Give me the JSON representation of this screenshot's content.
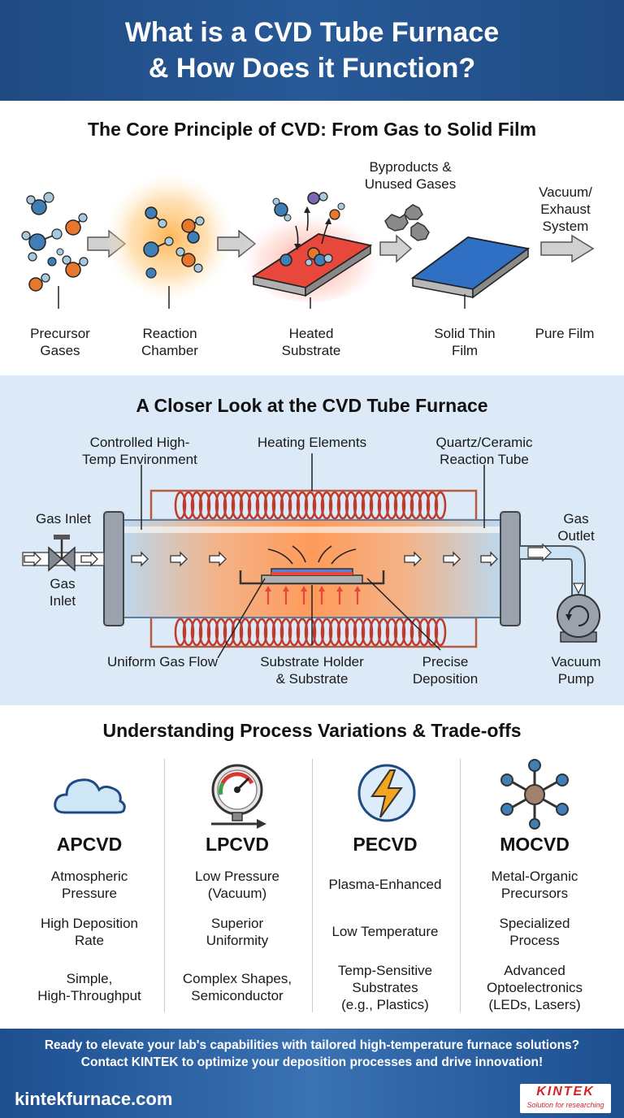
{
  "header": {
    "title_line1": "What is a CVD Tube Furnace",
    "title_line2": "& How Does it Function?"
  },
  "section1": {
    "title": "The Core Principle of CVD: From Gas to Solid Film",
    "labels": {
      "precursor_1": "Precursor",
      "precursor_2": "Gases",
      "reaction_1": "Reaction",
      "reaction_2": "Chamber",
      "heated_1": "Heated",
      "heated_2": "Substrate",
      "solid_1": "Solid Thin",
      "solid_2": "Film",
      "pure": "Pure Film",
      "byproducts_1": "Byproducts &",
      "byproducts_2": "Unused Gases",
      "vacuum_1": "Vacuum/",
      "vacuum_2": "Exhaust",
      "vacuum_3": "System"
    }
  },
  "section2": {
    "title": "A Closer Look at the CVD Tube Furnace",
    "labels": {
      "env_1": "Controlled High-",
      "env_2": "Temp Environment",
      "heating": "Heating Elements",
      "tube_1": "Quartz/Ceramic",
      "tube_2": "Reaction Tube",
      "gas_inlet_top": "Gas Inlet",
      "gas_inlet_bottom_1": "Gas",
      "gas_inlet_bottom_2": "Inlet",
      "gas_outlet_1": "Gas",
      "gas_outlet_2": "Outlet",
      "uniform_flow": "Uniform Gas Flow",
      "holder_1": "Substrate Holder",
      "holder_2": "& Substrate",
      "precise_1": "Precise",
      "precise_2": "Deposition",
      "pump_1": "Vacuum",
      "pump_2": "Pump"
    }
  },
  "section3": {
    "title": "Understanding Process Variations & Trade-offs",
    "columns": [
      {
        "icon": "cloud-icon",
        "name": "APCVD",
        "l1a": "Atmospheric",
        "l1b": "Pressure",
        "l2a": "High Deposition",
        "l2b": "Rate",
        "l3a": "Simple,",
        "l3b": "High-Throughput",
        "l3c": ""
      },
      {
        "icon": "pressure-gauge-icon",
        "name": "LPCVD",
        "l1a": "Low Pressure",
        "l1b": "(Vacuum)",
        "l2a": "Superior",
        "l2b": "Uniformity",
        "l3a": "Complex Shapes,",
        "l3b": "Semiconductor",
        "l3c": ""
      },
      {
        "icon": "lightning-bolt-icon",
        "name": "PECVD",
        "l1a": "Plasma-Enhanced",
        "l1b": "",
        "l2a": "Low Temperature",
        "l2b": "",
        "l3a": "Temp-Sensitive",
        "l3b": "Substrates",
        "l3c": "(e.g., Plastics)"
      },
      {
        "icon": "molecule-icon",
        "name": "MOCVD",
        "l1a": "Metal-Organic",
        "l1b": "Precursors",
        "l2a": "Specialized",
        "l2b": "Process",
        "l3a": "Advanced",
        "l3b": "Optoelectronics",
        "l3c": "(LEDs, Lasers)"
      }
    ]
  },
  "footer": {
    "cta_line1": "Ready to elevate your lab's capabilities with tailored high-temperature furnace solutions?",
    "cta_line2": "Contact KINTEK to optimize your deposition processes and drive innovation!",
    "url": "kintekfurnace.com",
    "logo_main": "KINTEK",
    "logo_sub": "Solution for researching"
  },
  "colors": {
    "header_blue": "#244f8a",
    "section2_bg": "#dbeaf6",
    "heater_red": "#c0392b",
    "film_blue": "#2f6fc4",
    "substrate_red": "#e8483c",
    "brand_red": "#d6232a"
  }
}
